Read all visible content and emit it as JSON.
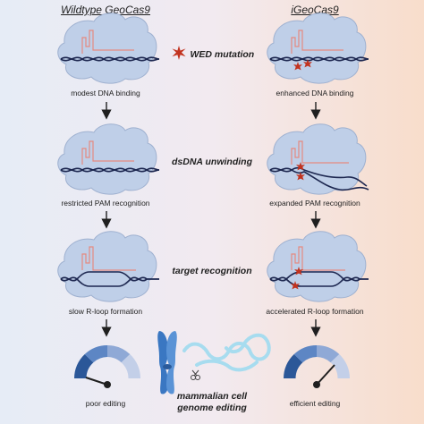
{
  "columns": {
    "left_title": "Wildtype GeoCas9",
    "right_title": "iGeoCas9"
  },
  "stages": {
    "wed_mutation": "WED mutation",
    "unwinding": "dsDNA unwinding",
    "target_recognition": "target recognition",
    "genome_editing": [
      "mammalian cell",
      "genome editing"
    ]
  },
  "left_steps": {
    "binding": "modest DNA binding",
    "pam": "restricted PAM recognition",
    "rloop": "slow R-loop formation",
    "result": "poor editing"
  },
  "right_steps": {
    "binding": "enhanced DNA binding",
    "pam": "expanded PAM recognition",
    "rloop": "accelerated R-loop formation",
    "result": "efficient editing"
  },
  "gauges": {
    "left_level": 0.2,
    "right_level": 0.8
  },
  "colors": {
    "protein": "#bfcfe8",
    "protein_stroke": "#9fb1d0",
    "dna": "#1d2750",
    "rna": "#e58a80",
    "mutation": "#c2331f",
    "gauge_dark": "#2b5798",
    "gauge_light": "#c3cfe8",
    "chromosome": "#3a77c2",
    "plasmid": "#a7dcef"
  }
}
